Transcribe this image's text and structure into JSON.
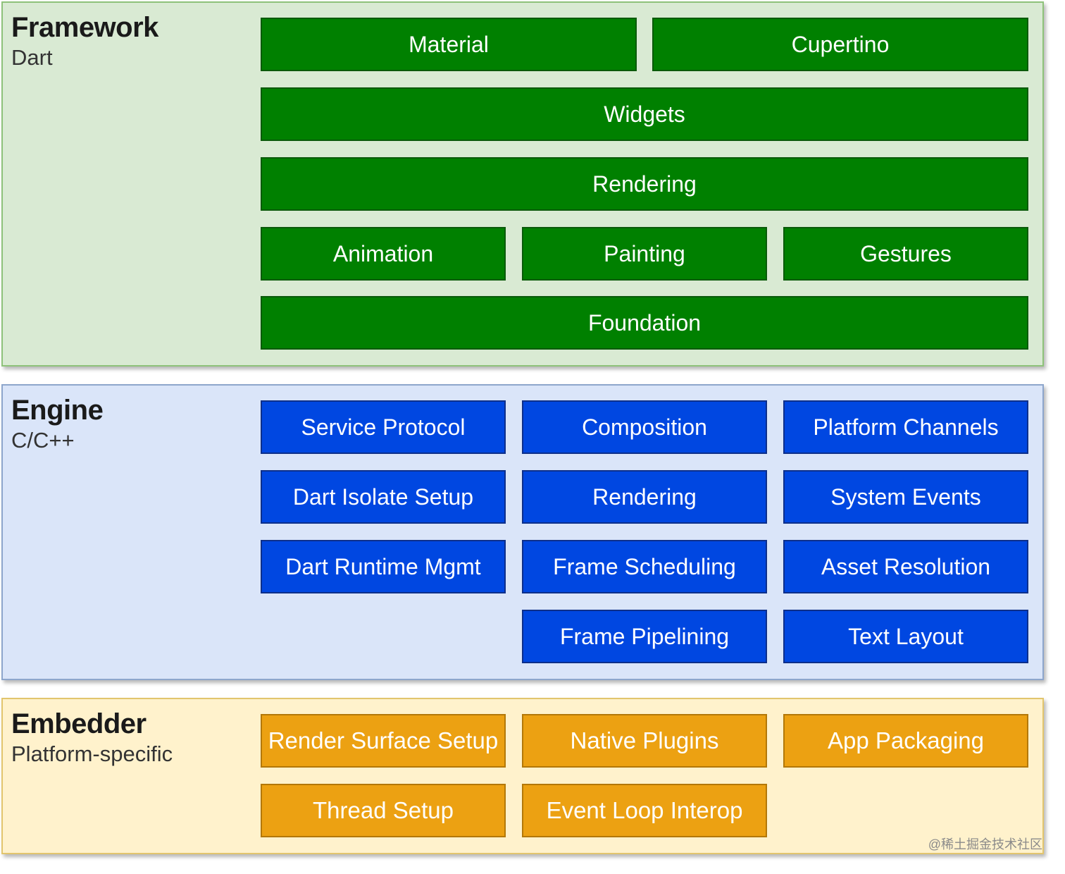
{
  "framework": {
    "title": "Framework",
    "subtitle": "Dart",
    "boxes": [
      "Material",
      "Cupertino",
      "Widgets",
      "Rendering",
      "Animation",
      "Painting",
      "Gestures",
      "Foundation"
    ]
  },
  "engine": {
    "title": "Engine",
    "subtitle": "C/C++",
    "boxes": [
      "Service Protocol",
      "Composition",
      "Platform Channels",
      "Dart Isolate Setup",
      "Rendering",
      "System Events",
      "Dart Runtime Mgmt",
      "Frame Scheduling",
      "Asset Resolution",
      "Frame Pipelining",
      "Text Layout"
    ]
  },
  "embedder": {
    "title": "Embedder",
    "subtitle": "Platform-specific",
    "boxes": [
      "Render Surface Setup",
      "Native Plugins",
      "App Packaging",
      "Thread Setup",
      "Event Loop Interop"
    ]
  },
  "watermark": "@稀土掘金技术社区",
  "colors": {
    "framework_bg": "#d9ead3",
    "framework_box": "#008000",
    "engine_bg": "#dae5f9",
    "engine_box": "#0047e1",
    "embedder_bg": "#fff2cc",
    "embedder_box": "#eca112"
  }
}
